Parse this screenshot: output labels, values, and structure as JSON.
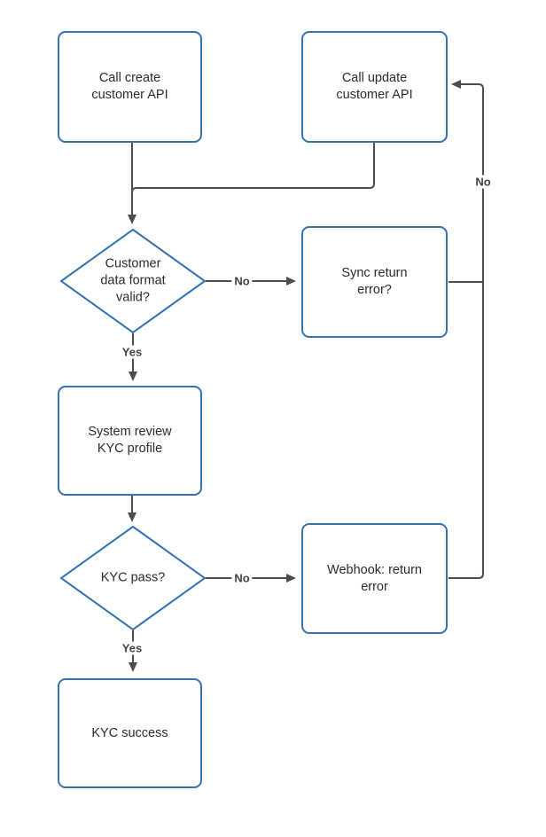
{
  "diagram": {
    "type": "flowchart",
    "colors": {
      "node_border": "#3572b0",
      "node_fill": "#ffffff",
      "edge": "#4d4d4d",
      "text": "#2b2b2b",
      "edge_label_text": "#3f4348"
    },
    "nodes": {
      "create_customer": {
        "label": "Call create\ncustomer API",
        "type": "rounded-rect"
      },
      "update_customer": {
        "label": "Call update\ncustomer API",
        "type": "rounded-rect"
      },
      "data_valid": {
        "label": "Customer\ndata format\nvalid?",
        "type": "decision"
      },
      "sync_error": {
        "label": "Sync return\nerror?",
        "type": "rounded-rect"
      },
      "kyc_review": {
        "label": "System review\nKYC profile",
        "type": "rounded-rect"
      },
      "kyc_pass": {
        "label": "KYC pass?",
        "type": "decision"
      },
      "webhook_error": {
        "label": "Webhook: return\nerror",
        "type": "rounded-rect"
      },
      "kyc_success": {
        "label": "KYC success",
        "type": "rounded-rect"
      }
    },
    "edge_labels": {
      "valid_no": "No",
      "valid_yes": "Yes",
      "pass_no": "No",
      "pass_yes": "Yes",
      "loop_no": "No"
    }
  }
}
